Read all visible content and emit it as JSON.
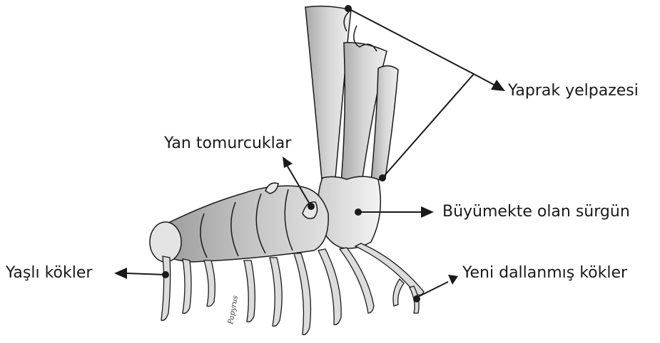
{
  "labels": {
    "leaf_fan": "Yaprak yelpazesi",
    "side_buds": "Yan tomurcuklar",
    "growing_shoot": "Büyümekte olan sürgün",
    "old_roots": "Yaşlı kökler",
    "new_roots": "Yeni dallanmış kökler"
  },
  "signature": "Papyrus",
  "colors": {
    "line": "#1a1a1a",
    "plant_light": "#e6e6e6",
    "plant_mid": "#c4c4c4",
    "plant_dark": "#9c9c9c",
    "root": "#d8d8d8"
  }
}
